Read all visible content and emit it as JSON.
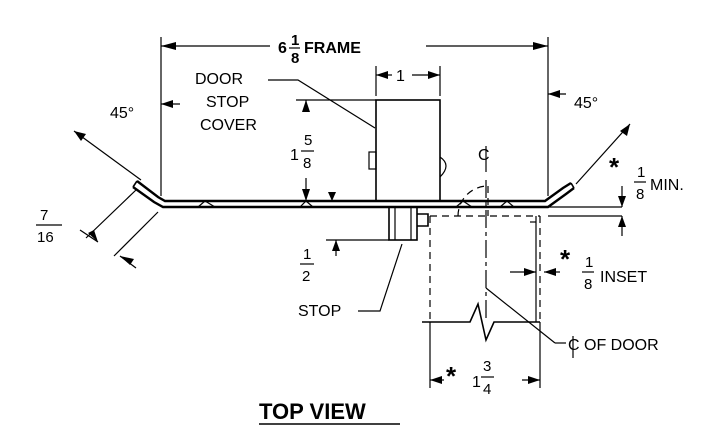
{
  "dimensions": {
    "frame_whole": "6",
    "frame_num": "1",
    "frame_den": "8",
    "frame_word": "FRAME",
    "stop_width": "1",
    "cover_depth_whole": "1",
    "cover_depth_num": "5",
    "cover_depth_den": "8",
    "stop_height_num": "1",
    "stop_height_den": "2",
    "bevel_num": "7",
    "bevel_den": "16",
    "angle_left": "45°",
    "angle_right": "45°",
    "min_star": "*",
    "min_num": "1",
    "min_den": "8",
    "min_word": "MIN.",
    "inset_star": "*",
    "inset_num": "1",
    "inset_den": "8",
    "inset_word": "INSET",
    "offset_star": "*",
    "offset_whole": "1",
    "offset_num": "3",
    "offset_den": "4"
  },
  "labels": {
    "door_stop_cover": [
      "DOOR",
      "STOP",
      "COVER"
    ],
    "stop": "STOP",
    "cl_door_symbol": "C",
    "cl_door_text": "OF DOOR",
    "cl_symbol": "C"
  },
  "title": "TOP VIEW"
}
